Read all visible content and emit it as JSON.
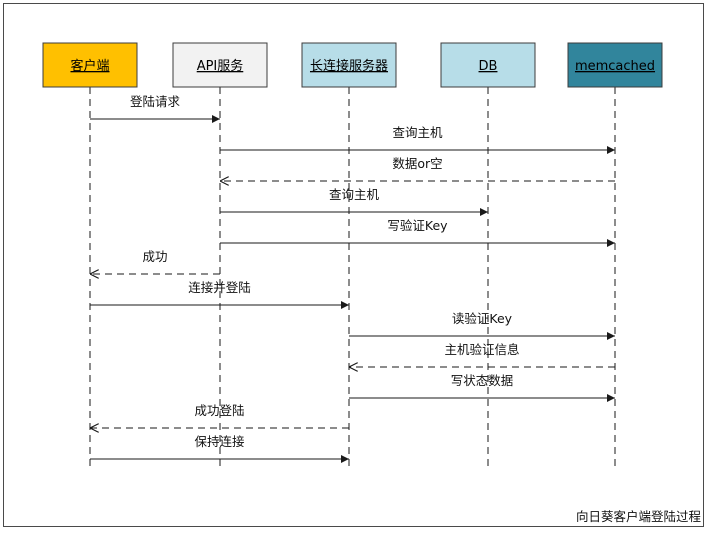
{
  "actors": [
    {
      "label": "客户端",
      "fill": "#ffc000",
      "text_color": "#000000"
    },
    {
      "label": "API服务",
      "fill": "#f2f2f2",
      "text_color": "#000000"
    },
    {
      "label": "长连接服务器",
      "fill": "#b7dde8",
      "text_color": "#000000"
    },
    {
      "label": "DB",
      "fill": "#b7dde8",
      "text_color": "#000000"
    },
    {
      "label": "memcached",
      "fill": "#31859c",
      "text_color": "#000000"
    }
  ],
  "messages": [
    {
      "from": 0,
      "to": 1,
      "label": "登陆请求",
      "style": "solid"
    },
    {
      "from": 1,
      "to": 4,
      "label": "查询主机",
      "style": "solid"
    },
    {
      "from": 4,
      "to": 1,
      "label": "数据or空",
      "style": "dashed"
    },
    {
      "from": 1,
      "to": 3,
      "label": "查询主机",
      "style": "solid"
    },
    {
      "from": 1,
      "to": 4,
      "label": "写验证Key",
      "style": "solid"
    },
    {
      "from": 1,
      "to": 0,
      "label": "成功",
      "style": "dashed"
    },
    {
      "from": 0,
      "to": 2,
      "label": "连接并登陆",
      "style": "solid"
    },
    {
      "from": 2,
      "to": 4,
      "label": "读验证Key",
      "style": "solid"
    },
    {
      "from": 4,
      "to": 2,
      "label": "主机验证信息",
      "style": "dashed"
    },
    {
      "from": 2,
      "to": 4,
      "label": "写状态数据",
      "style": "solid"
    },
    {
      "from": 2,
      "to": 0,
      "label": "成功登陆",
      "style": "dashed"
    },
    {
      "from": 0,
      "to": 2,
      "label": "保持连接",
      "style": "solid"
    }
  ],
  "caption": "向日葵客户端登陆过程",
  "colors": {
    "line": "#1a1a1a",
    "border": "#4a4a4a"
  }
}
